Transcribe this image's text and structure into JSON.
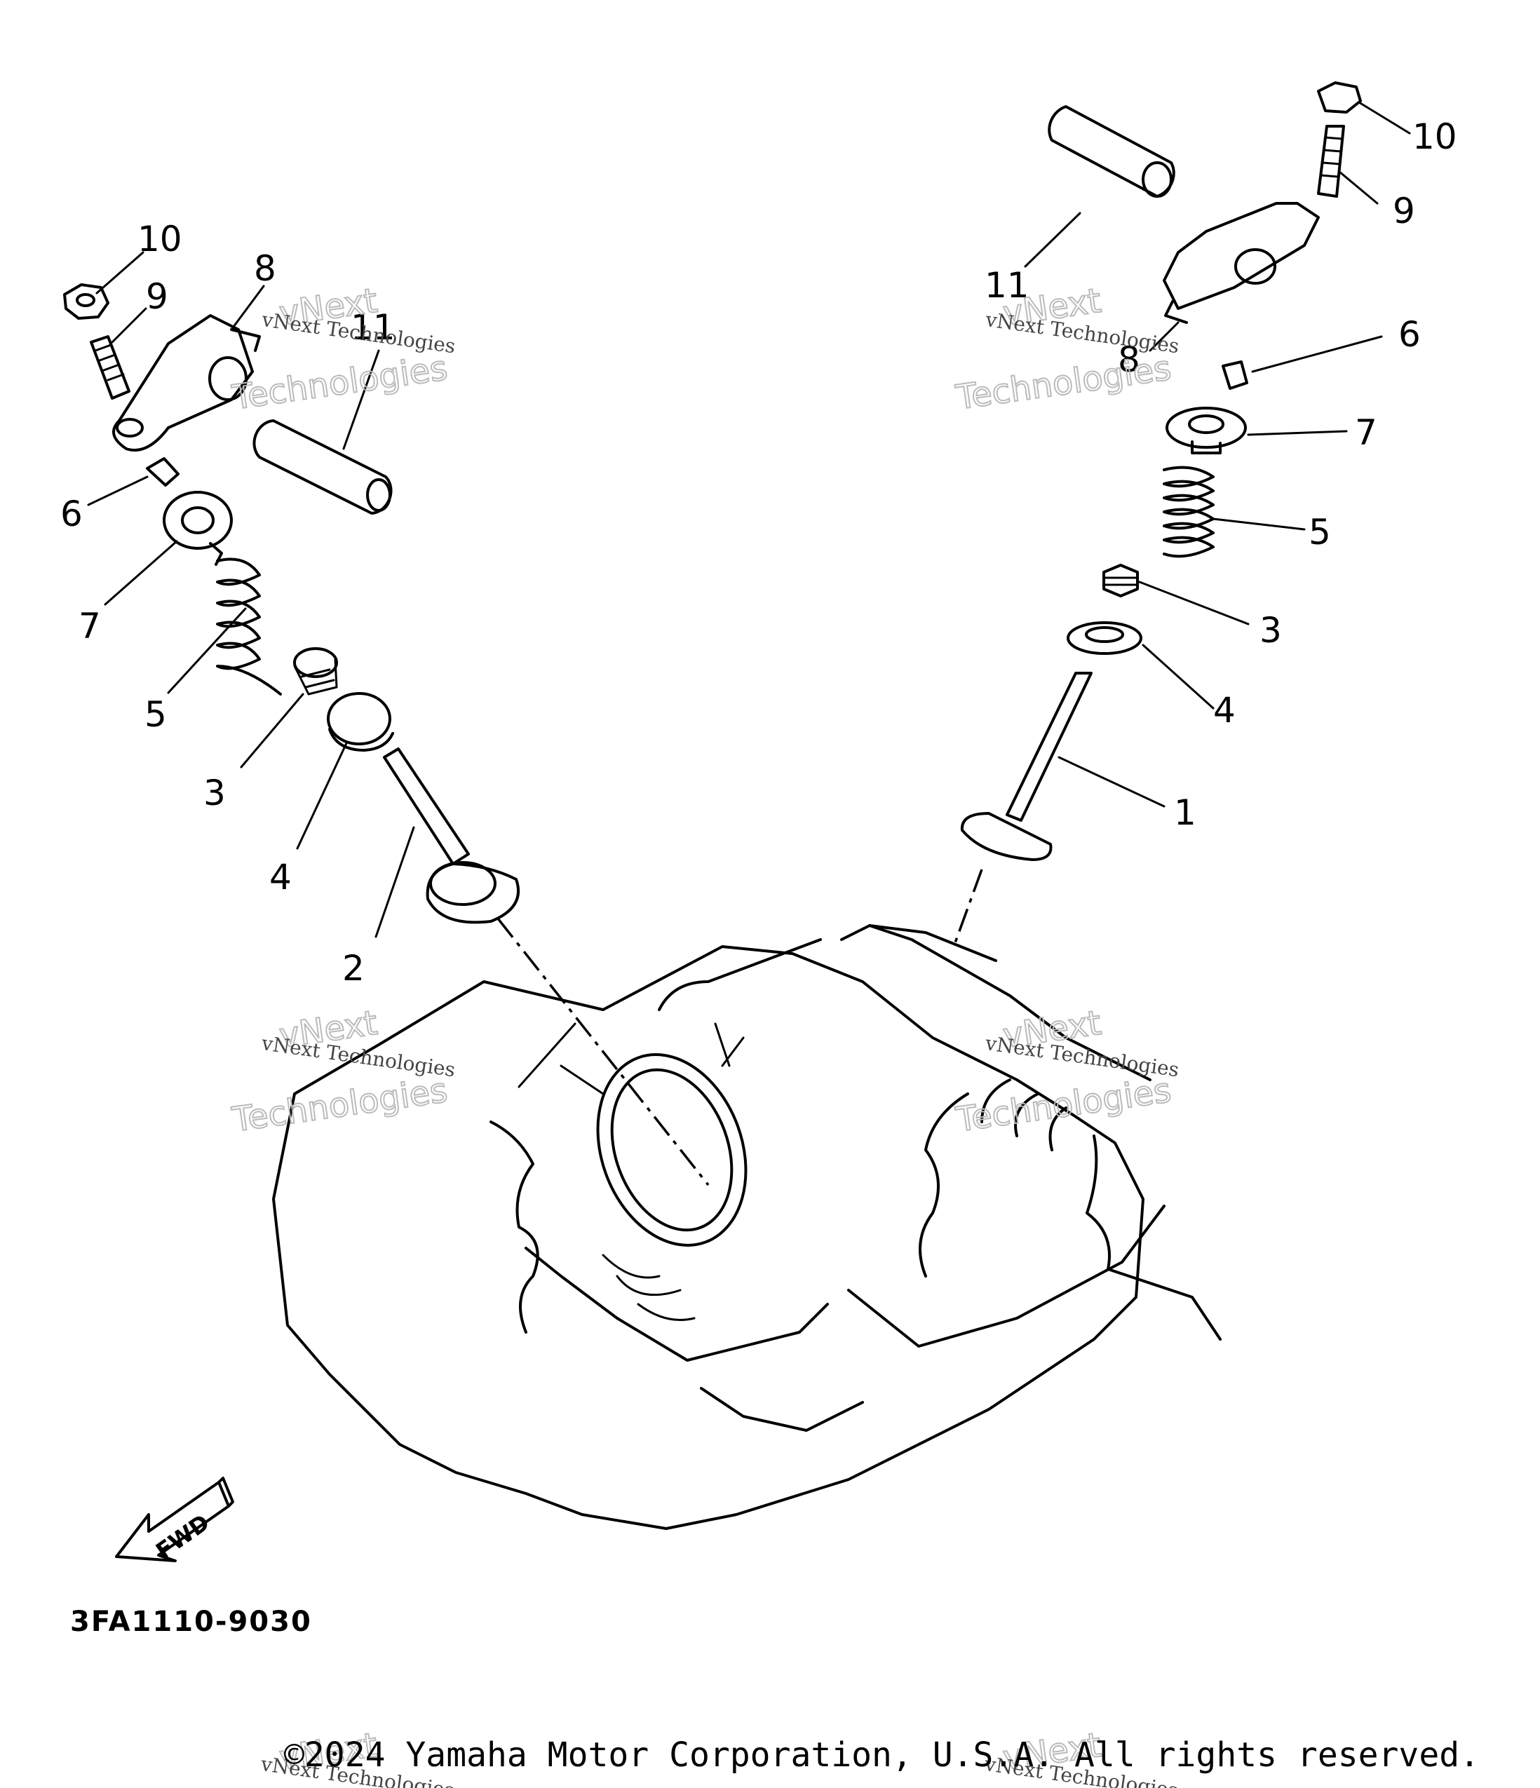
{
  "diagram": {
    "part_code": "3FA1110-9030",
    "fwd_label": "FWD",
    "watermark": {
      "line1": "vNext Technologies",
      "line2": "vNext",
      "line3": "Technologies"
    },
    "callouts_left": [
      "10",
      "9",
      "8",
      "11",
      "6",
      "7",
      "5",
      "3",
      "4",
      "2"
    ],
    "callouts_right": [
      "10",
      "9",
      "11",
      "8",
      "6",
      "7",
      "5",
      "3",
      "4",
      "1"
    ]
  },
  "footer": {
    "copyright": "©2024 Yamaha Motor Corporation, U.S.A. All rights reserved."
  }
}
